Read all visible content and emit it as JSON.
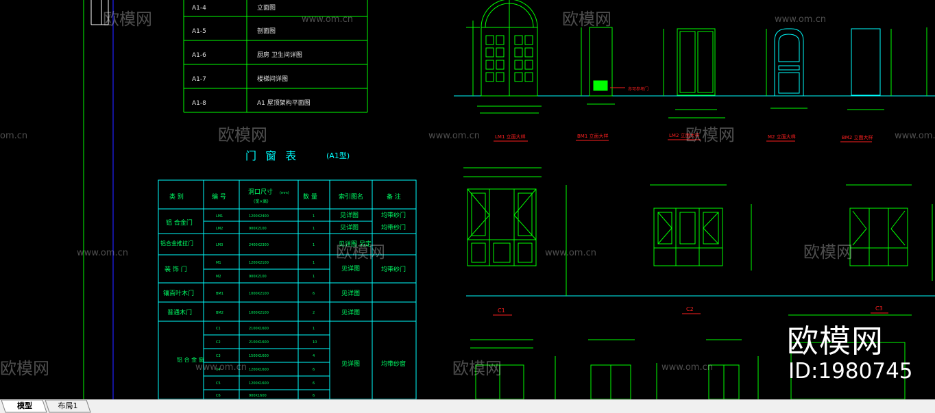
{
  "drawing": {
    "index_rows": [
      {
        "code": "A1-4",
        "name": "立面图"
      },
      {
        "code": "A1-5",
        "name": "剖面图"
      },
      {
        "code": "A1-6",
        "name": "厨房 卫生间详图"
      },
      {
        "code": "A1-7",
        "name": "楼梯间详图"
      },
      {
        "code": "A1-8",
        "name": "A1 屋顶架构平面图"
      }
    ],
    "schedule_title": "门 窗 表",
    "schedule_type": "(A1型)",
    "schedule_headers": [
      "类 别",
      "编 号",
      "洞口尺寸",
      "数 量",
      "索引图名",
      "备 注"
    ],
    "schedule_header_unit": "(mm)",
    "schedule_header_sub": "(宽×高)",
    "schedule_categories": [
      "铝 合金门",
      "铝合金推拉门",
      "装 饰 门",
      "镶百叶木门",
      "普通木门",
      "铝 合 金 窗"
    ],
    "schedule_codes": [
      "LM1",
      "LM2",
      "LM3",
      "M1",
      "M2",
      "BM1",
      "BM2",
      "C1",
      "C2",
      "C3",
      "C4",
      "C5",
      "C6"
    ],
    "schedule_sizes": [
      "1200X2400",
      "900X2100",
      "2400X2300",
      "1200X2100",
      "900X2100",
      "1000X2100",
      "1000X2100",
      "2100X1600",
      "2100X1600",
      "1500X1600",
      "1200X1600",
      "1200X1600",
      "900X1600"
    ],
    "schedule_qty": [
      "1",
      "1",
      "1",
      "1",
      "1",
      "6",
      "2",
      "1",
      "10",
      "4",
      "6",
      "6",
      "6"
    ],
    "schedule_refs": [
      "见详图",
      "见详图",
      "见详图 另定",
      "见详图",
      "见详图",
      "见详图",
      "见详图"
    ],
    "schedule_notes": [
      "均带纱门",
      "均带纱门",
      "均带纱门",
      "均带纱窗"
    ],
    "door_labels": [
      "LM1 立面大样",
      "BM1 立面大样",
      "LM2 立面大样",
      "M2 立面大样",
      "BM2 立面大样"
    ],
    "side_note": "亦可参考门",
    "window_labels": [
      "C1",
      "C2",
      "C3"
    ]
  },
  "watermarks": {
    "brand": "欧模网",
    "site": "www.om.cn",
    "site_short": "om.cn",
    "big_brand": "欧模网",
    "id": "ID:1980745"
  },
  "tabs": {
    "model": "模型",
    "layout1": "布局1"
  },
  "colors": {
    "background": "#000000",
    "lines_green": "#00ff00",
    "lines_cyan": "#00ffff",
    "labels_red": "#ff0000",
    "axis_blue": "#0000ff",
    "tabbar": "#f0f0f0"
  }
}
